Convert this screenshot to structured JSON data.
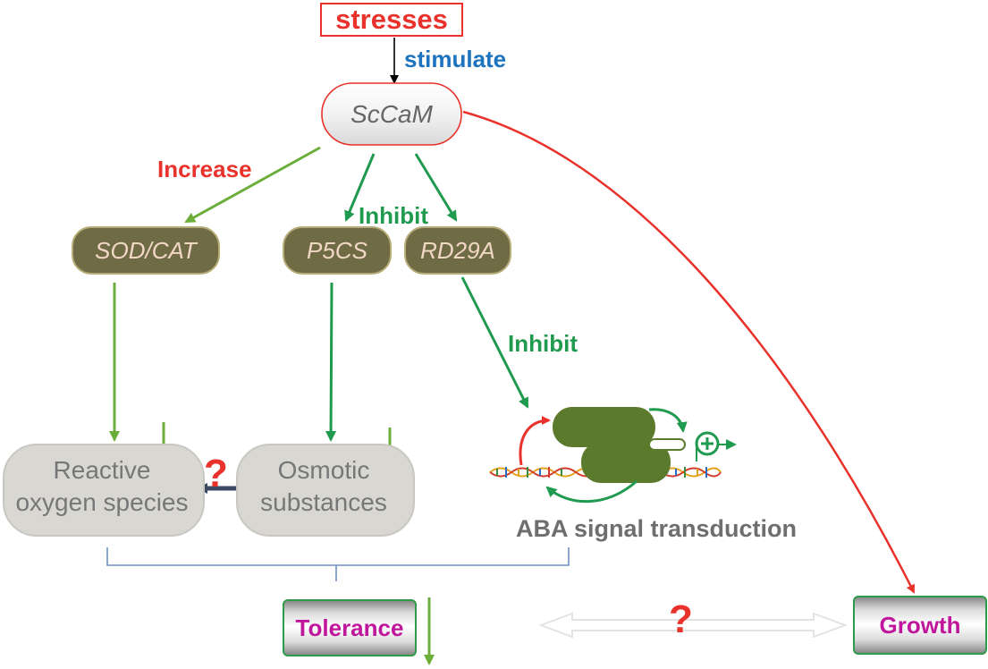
{
  "stresses": "stresses",
  "stimulate": "stimulate",
  "sccam": "ScCaM",
  "increase": "Increase",
  "inhibit_top": "Inhibit",
  "inhibit_mid": "Inhibit",
  "genes": {
    "sod_cat": "SOD/CAT",
    "p5cs": "P5CS",
    "rd29a": "RD29A"
  },
  "ros": [
    "Reactive",
    "oxygen species"
  ],
  "osmotic": [
    "Osmotic",
    "substances"
  ],
  "question_mark": "?",
  "aba": "ABA signal transduction",
  "tolerance": "Tolerance",
  "growth": "Growth",
  "colors": {
    "red": "#e8322b",
    "green": "#1f9a4e",
    "light_green": "#6cae3c",
    "blue_text": "#1e73be",
    "magenta": "#c0169b",
    "dark_olive": "#5c7a2c"
  }
}
